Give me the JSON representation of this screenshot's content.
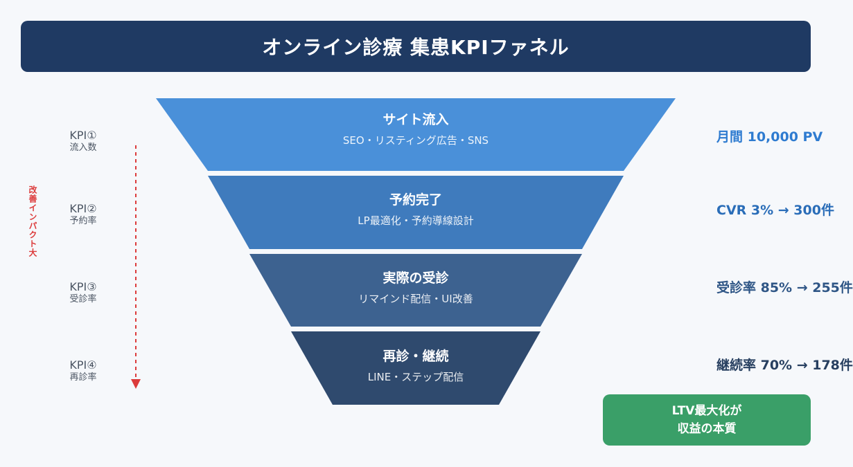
{
  "title": "オンライン診療 集患KPIファネル",
  "impact_label": "改善インパクト大",
  "colors": {
    "title_bg": "#1f3a63",
    "impact_red": "#dc3b3b",
    "ltv_green": "#3a9f68"
  },
  "stages": [
    {
      "title": "サイト流入",
      "subtitle": "SEO・リスティング広告・SNS",
      "color": "#4a90d9",
      "kpi_num": "KPI①",
      "kpi_name": "流入数",
      "metric": "月間 10,000 PV",
      "metric_color": "#2e7bd0"
    },
    {
      "title": "予約完了",
      "subtitle": "LP最適化・予約導線設計",
      "color": "#3f7bbd",
      "kpi_num": "KPI②",
      "kpi_name": "予約率",
      "metric": "CVR 3% → 300件",
      "metric_color": "#2a6db8"
    },
    {
      "title": "実際の受診",
      "subtitle": "リマインド配信・UI改善",
      "color": "#3d6290",
      "kpi_num": "KPI③",
      "kpi_name": "受診率",
      "metric": "受診率 85% → 255件",
      "metric_color": "#2f5686"
    },
    {
      "title": "再診・継続",
      "subtitle": "LINE・ステップ配信",
      "color": "#2f4a6e",
      "kpi_num": "KPI④",
      "kpi_name": "再診率",
      "metric": "継続率 70% → 178件",
      "metric_color": "#273f60"
    }
  ],
  "ltv": {
    "line1": "LTV最大化が",
    "line2": "収益の本質"
  }
}
